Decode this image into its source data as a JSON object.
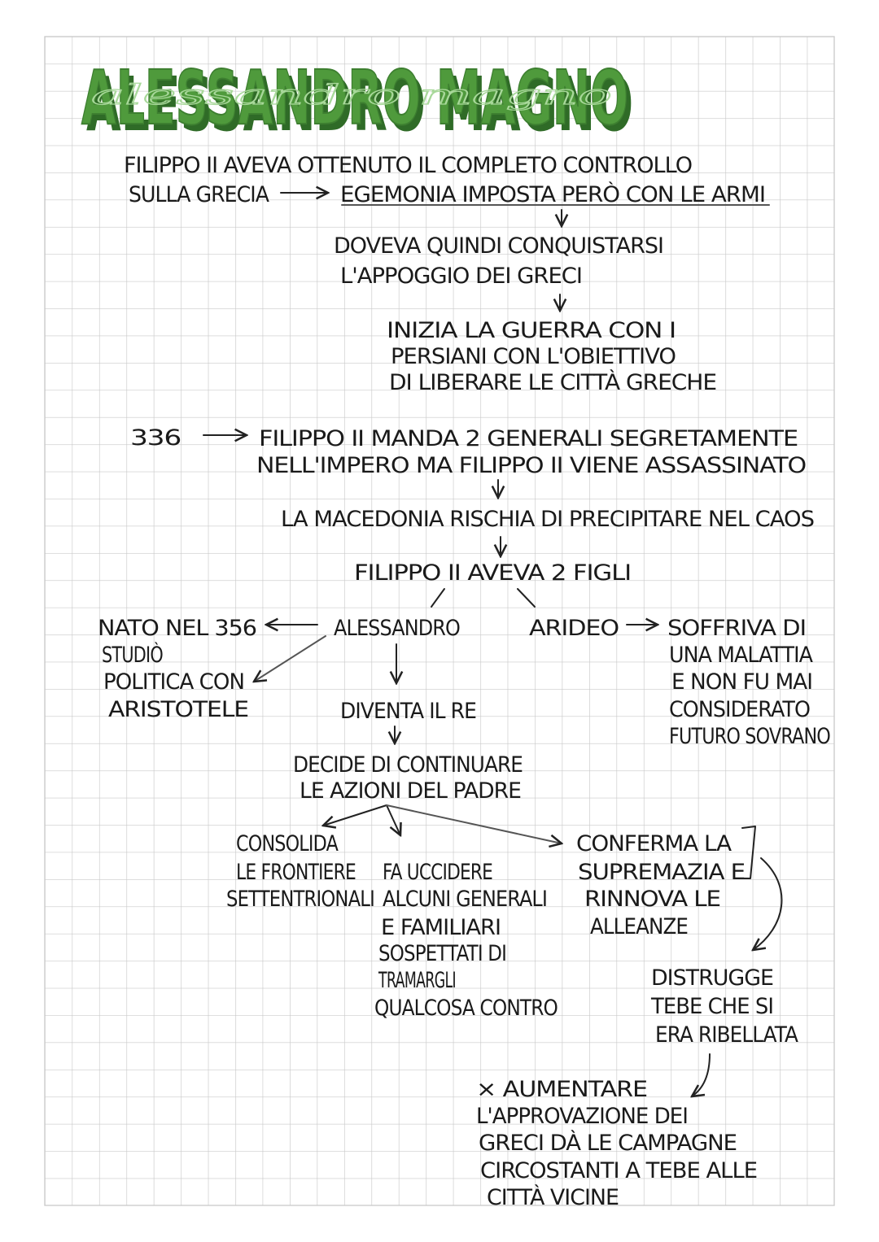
{
  "title": "ALESSANDRO MAGNO",
  "title_script": "alessandro magno",
  "colors": {
    "title_green": "#4f9a3c",
    "title_shadow": "#2f6b27",
    "grid": "#c9c9c9",
    "ink": "#1a1a1a"
  },
  "intro": {
    "line1": "FILIPPO II AVEVA OTTENUTO IL COMPLETO CONTROLLO",
    "line2a": "SULLA GRECIA",
    "line2b": "EGEMONIA IMPOSTA PERÒ CON LE ARMI",
    "step1": [
      "DOVEVA QUINDI CONQUISTARSI",
      "L'APPOGGIO DEI GRECI"
    ],
    "step2": [
      "INIZIA LA GUERRA CON I",
      "PERSIANI CON L'OBIETTIVO",
      "DI LIBERARE LE CITTÀ GRECHE"
    ]
  },
  "event336": {
    "year": "336",
    "text": [
      "FILIPPO II MANDA 2 GENERALI SEGRETAMENTE",
      "NELL'IMPERO MA FILIPPO II VIENE ASSASSINATO"
    ],
    "consequence": "LA MACEDONIA RISCHIA DI PRECIPITARE NEL CAOS",
    "sons": "FILIPPO II AVEVA 2 FIGLI"
  },
  "alessandro": {
    "name": "ALESSANDRO",
    "born": "NATO NEL 356",
    "studied": [
      "STUDIÒ",
      "POLITICA CON",
      "ARISTOTELE"
    ],
    "king": "DIVENTA IL RE",
    "decides": [
      "DECIDE DI CONTINUARE",
      "LE AZIONI DEL PADRE"
    ]
  },
  "arideo": {
    "name": "ARIDEO",
    "text": [
      "SOFFRIVA DI",
      "UNA MALATTIA",
      "E NON FU MAI",
      "CONSIDERATO",
      "FUTURO SOVRANO"
    ]
  },
  "actions": {
    "consolida": [
      "CONSOLIDA",
      "LE FRONTIERE",
      "SETTENTRIONALI"
    ],
    "uccidere": [
      "FA UCCIDERE",
      "ALCUNI GENERALI",
      "E FAMILIARI",
      "SOSPETTATI DI",
      "TRAMARGLI",
      "QUALCOSA CONTRO"
    ],
    "conferma": [
      "CONFERMA LA",
      "SUPREMAZIA E",
      "RINNOVA LE",
      "ALLEANZE"
    ],
    "distrugge": [
      "DISTRUGGE",
      "TEBE CHE SI",
      "ERA RIBELLATA"
    ],
    "aumentare": [
      "× AUMENTARE",
      "L'APPROVAZIONE DEI",
      "GRECI DÀ LE CAMPAGNE",
      "CIRCOSTANTI A TEBE ALLE",
      "CITTÀ VICINE"
    ]
  }
}
